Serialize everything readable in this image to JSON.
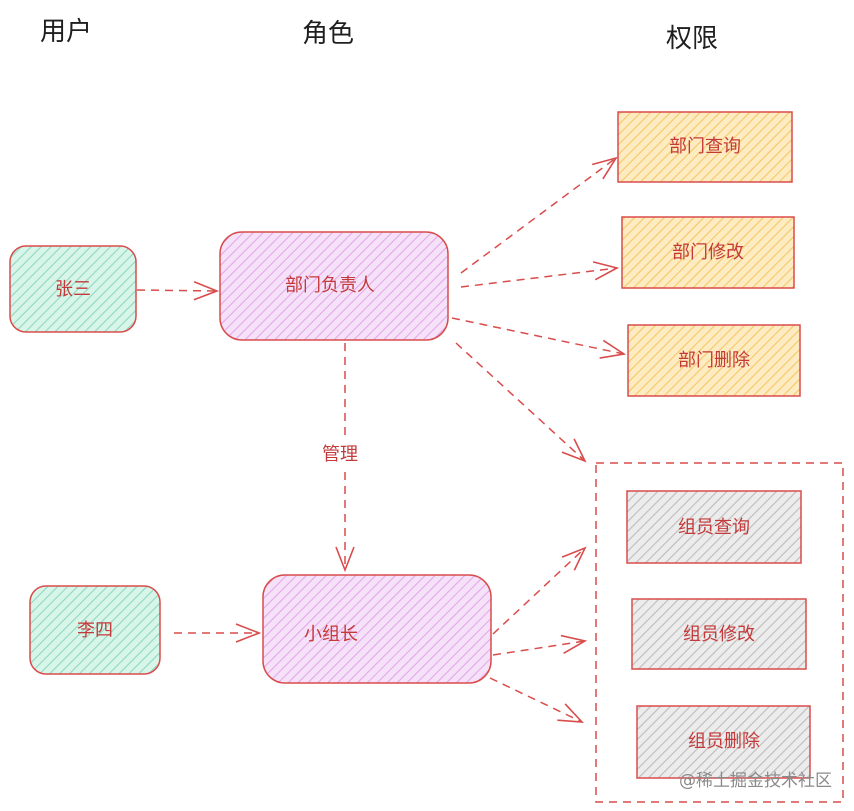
{
  "headers": {
    "users": "用户",
    "roles": "角色",
    "permissions": "权限"
  },
  "users": [
    {
      "id": "zhangsan",
      "label": "张三"
    },
    {
      "id": "lisi",
      "label": "李四"
    }
  ],
  "roles": [
    {
      "id": "dept-head",
      "label": "部门负责人"
    },
    {
      "id": "team-lead",
      "label": "小组长"
    }
  ],
  "permissions": {
    "department": [
      {
        "id": "dept-query",
        "label": "部门查询"
      },
      {
        "id": "dept-edit",
        "label": "部门修改"
      },
      {
        "id": "dept-delete",
        "label": "部门删除"
      }
    ],
    "team": [
      {
        "id": "member-query",
        "label": "组员查询"
      },
      {
        "id": "member-edit",
        "label": "组员修改"
      },
      {
        "id": "member-delete",
        "label": "组员删除"
      }
    ]
  },
  "edge_label_manage": "管理",
  "watermark": "@稀土掘金技术社区",
  "colors": {
    "user_fill": "#b7ead8",
    "role_fill": "#efc4f2",
    "dept_perm_fill": "#fbd98a",
    "team_perm_fill": "#cfcfcf",
    "stroke": "#d94c4c",
    "text": "#c43a3a",
    "arrow": "#d94c4c"
  }
}
